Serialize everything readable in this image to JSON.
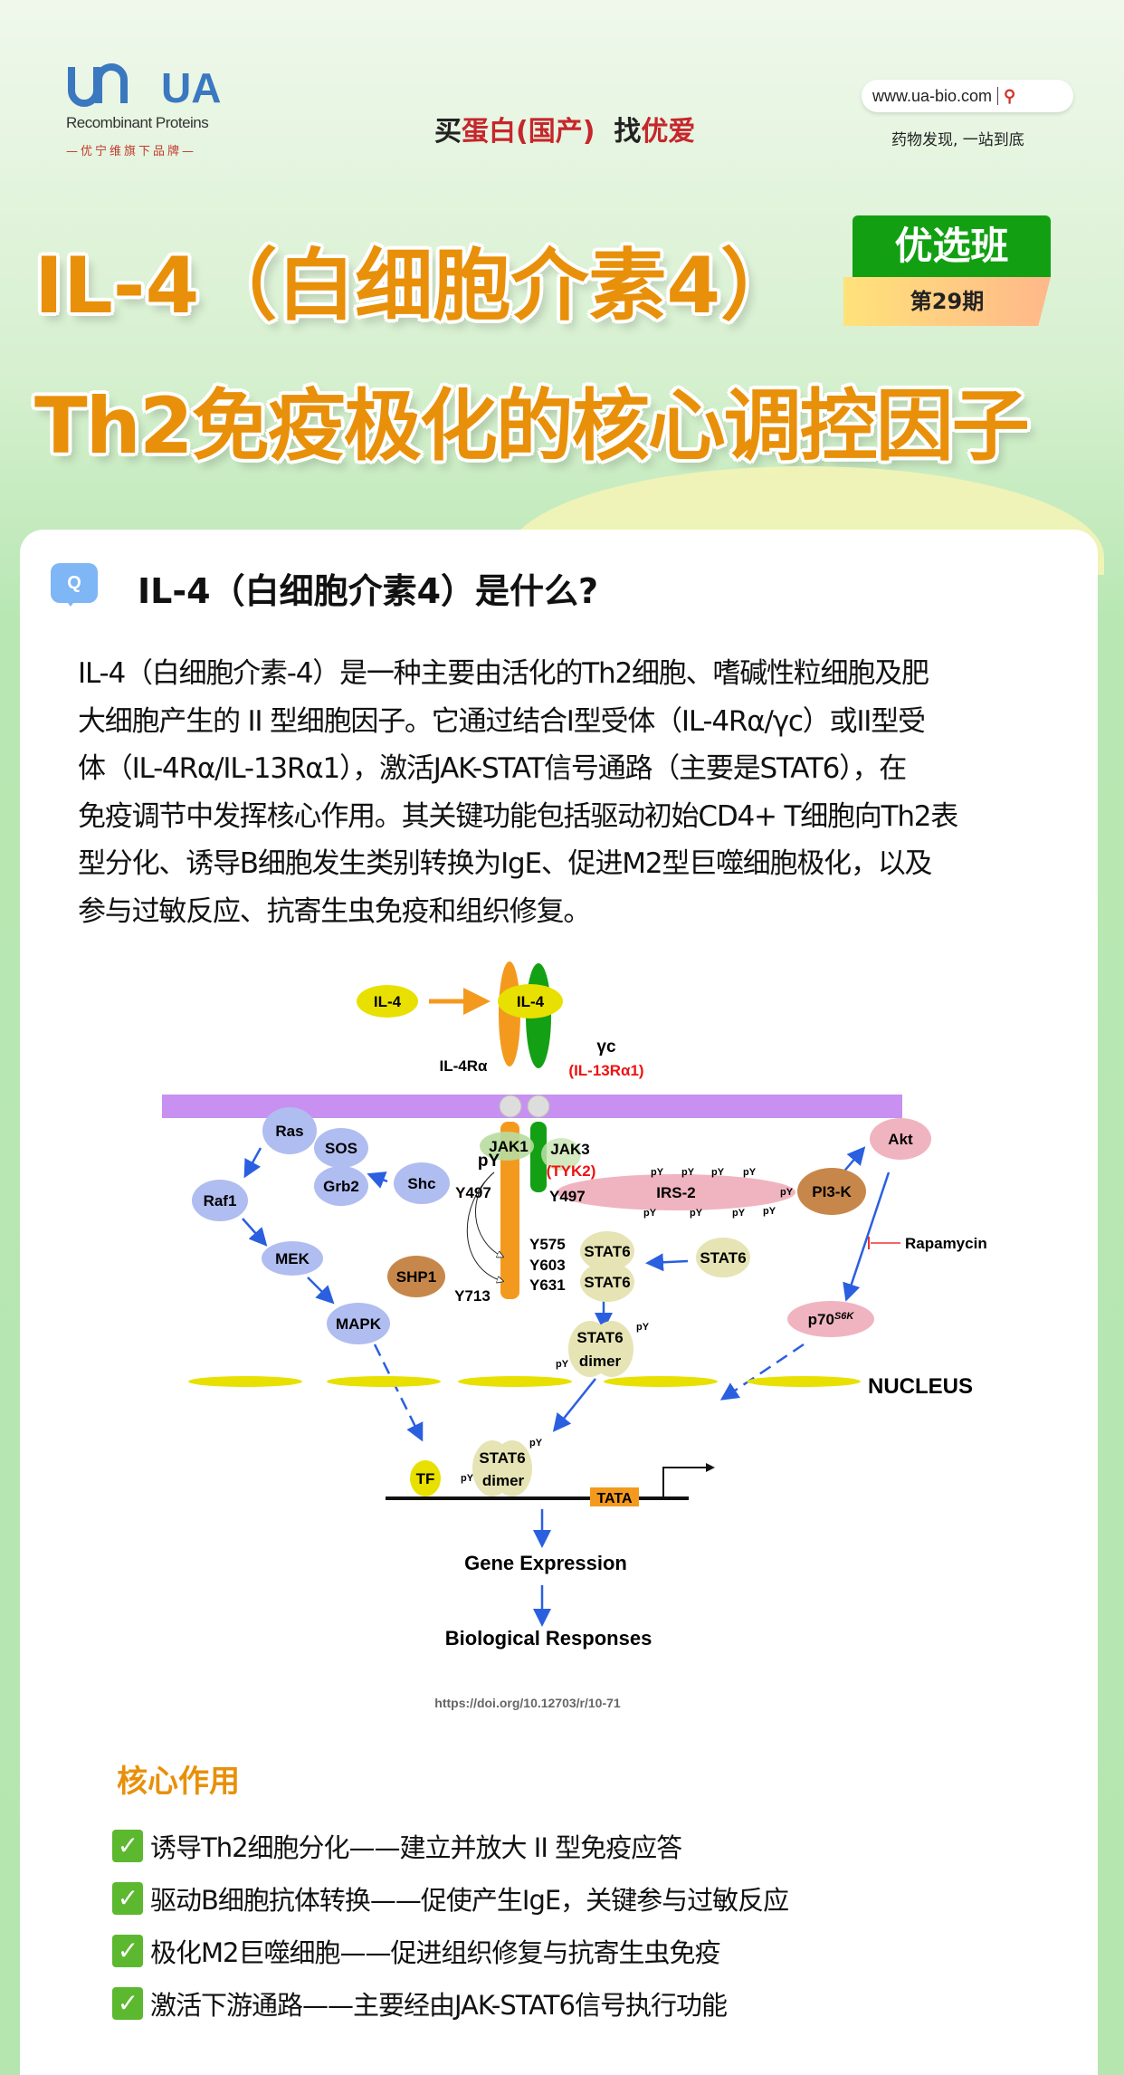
{
  "header": {
    "logo_text": "UA",
    "logo_subtitle": "Recombinant Proteins",
    "logo_brand": "—优宁维旗下品牌—",
    "slogan_part1": "买",
    "slogan_part2": "蛋白(国产)",
    "slogan_part3": "找",
    "slogan_part4": "优爱",
    "url": "www.ua-bio.com",
    "tagline": "药物发现, 一站到底"
  },
  "title": {
    "line1": "IL-4（白细胞介素4）",
    "line2": "Th2免疫极化的核心调控因子",
    "badge_top": "优选班",
    "badge_bottom": "第29期"
  },
  "intro": {
    "q_icon": "Q",
    "heading": "IL-4（白细胞介素4）是什么?",
    "lines": [
      "IL-4（白细胞介素-4）是一种主要由活化的Th2细胞、嗜碱性粒细胞及肥",
      "大细胞产生的 II 型细胞因子。它通过结合I型受体（IL-4Rα/γc）或II型受",
      "体（IL-4Rα/IL-13Rα1），激活JAK-STAT信号通路（主要是STAT6），在",
      "免疫调节中发挥核心作用。其关键功能包括驱动初始CD4+ T细胞向Th2表",
      "型分化、诱导B细胞发生类别转换为IgE、促进M2型巨噬细胞极化，以及",
      "参与过敏反应、抗寄生虫免疫和组织修复。"
    ]
  },
  "diagram": {
    "il4_free": "IL-4",
    "il4_bound": "IL-4",
    "il4ra": "IL-4Rα",
    "gamma_c": "γc",
    "il13ra1": "(IL-13Rα1)",
    "jak1": "JAK1",
    "jak3": "JAK3",
    "tyk2": "(TYK2)",
    "py": "pY",
    "ras": "Ras",
    "sos": "SOS",
    "grb2": "Grb2",
    "shc": "Shc",
    "raf1": "Raf1",
    "mek": "MEK",
    "mapk": "MAPK",
    "shp1": "SHP1",
    "y497_left": "Y497",
    "y497_right": "Y497",
    "y575": "Y575",
    "y603": "Y603",
    "y631": "Y631",
    "y713": "Y713",
    "irs2": "IRS-2",
    "pi3k": "PI3-K",
    "akt": "Akt",
    "rapamycin": "Rapamycin",
    "p70": "p70",
    "p70_sup": "S6K",
    "stat6": "STAT6",
    "dimer": "dimer",
    "nucleus": "NUCLEUS",
    "tf": "TF",
    "tata": "TATA",
    "gene_expression": "Gene Expression",
    "biological_responses": "Biological Responses",
    "doi": "https://doi.org/10.12703/r/10-71"
  },
  "core": {
    "title": "核心作用",
    "check_icon": "✓",
    "items": [
      "诱导Th2细胞分化——建立并放大 II 型免疫应答",
      "驱动B细胞抗体转换——促使产生IgE，关键参与过敏反应",
      "极化M2巨噬细胞——促进组织修复与抗寄生虫免疫",
      "激活下游通路——主要经由JAK-STAT6信号执行功能"
    ]
  }
}
